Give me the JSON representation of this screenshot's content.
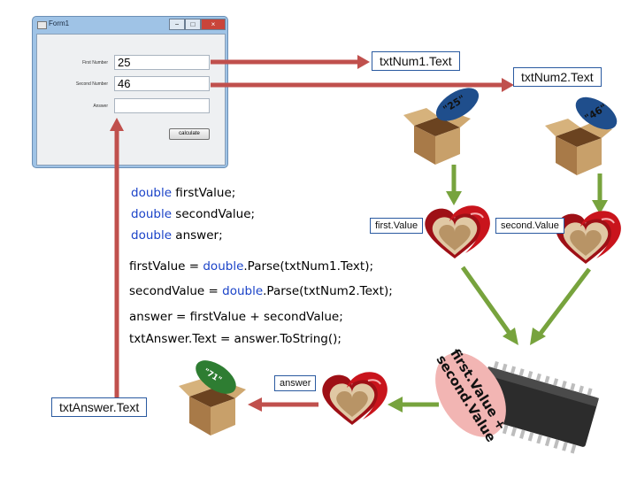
{
  "form": {
    "title": "Form1",
    "min": "−",
    "max": "□",
    "close": "×",
    "first_label": "First Number",
    "second_label": "Second Number",
    "answer_label": "Answer",
    "first_value": "25",
    "second_value": "46",
    "answer_value": "",
    "calc_button": "calculate"
  },
  "labels": {
    "txt_num1": "txtNum1.Text",
    "txt_num2": "txtNum2.Text",
    "txt_answer": "txtAnswer.Text",
    "first_value": "first.Value",
    "second_value": "second.Value",
    "answer": "answer"
  },
  "box_labels": {
    "box1": "\"25\"",
    "box2": "\"46\"",
    "box3": "\"71\""
  },
  "sum": {
    "line1": "first.Value +",
    "line2": "second.Value"
  },
  "code": {
    "decl1_kw": "double",
    "decl1_rest": " firstValue;",
    "decl2_kw": "double",
    "decl2_rest": " secondValue;",
    "decl3_kw": "double",
    "decl3_rest": " answer;",
    "line1_a": "firstValue = ",
    "line1_kw": "double",
    "line1_b": ".Parse(txtNum1.Text);",
    "line2_a": "secondValue = ",
    "line2_kw": "double",
    "line2_b": ".Parse(txtNum2.Text);",
    "line3": "answer = firstValue + secondValue;",
    "line4": "txtAnswer.Text = answer.ToString();"
  },
  "colors": {
    "arrow_red": "#c0504d",
    "arrow_green": "#77a33d",
    "keyword_blue": "#1b43c8",
    "badge_blue": "#1f4e8c",
    "badge_green": "#2e7d32",
    "badge_pink": "#f2b5b3"
  }
}
